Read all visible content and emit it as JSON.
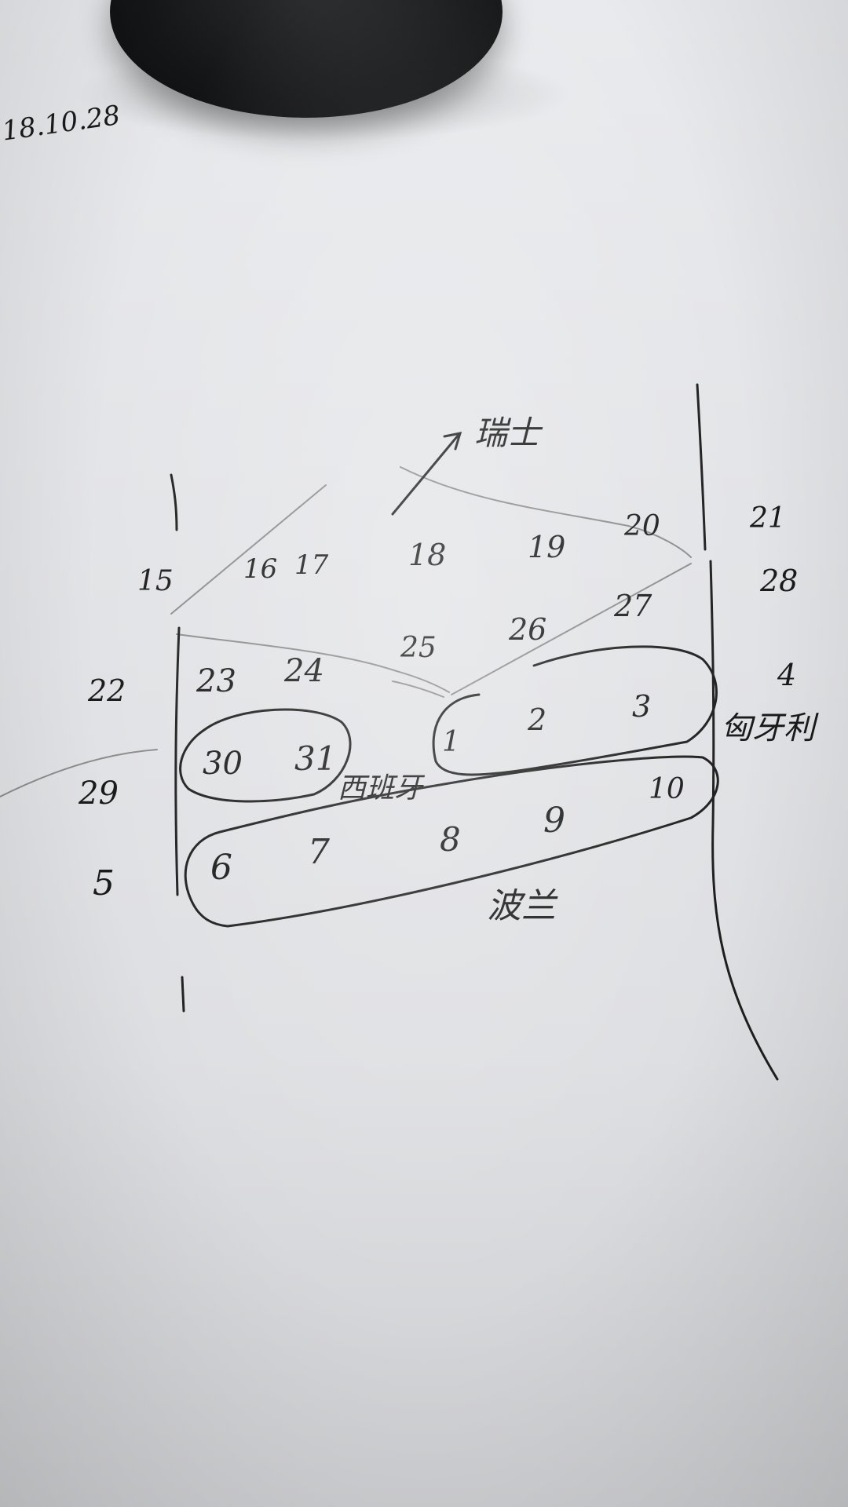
{
  "photo_description_free": true,
  "date_mark": "18.10.28",
  "annotations": {
    "top_label": "瑞士",
    "right_label": "匈牙利",
    "middle_label": "西班牙",
    "bottom_label": "波兰"
  },
  "numbers": {
    "n1": "1",
    "n2": "2",
    "n3": "3",
    "n4": "4",
    "n5": "5",
    "n6": "6",
    "n7": "7",
    "n8": "8",
    "n9": "9",
    "n10": "10",
    "n15": "15",
    "n16": "16",
    "n17": "17",
    "n18": "18",
    "n19": "19",
    "n20": "20",
    "n21": "21",
    "n22": "22",
    "n23": "23",
    "n24": "24",
    "n25": "25",
    "n26": "26",
    "n27": "27",
    "n28": "28",
    "n29": "29",
    "n30": "30",
    "n31": "31"
  },
  "colors": {
    "paper": "#e6e7ea",
    "ink": "#1a1a1a",
    "pencil": "#8a8a8a",
    "lens": "#141516"
  }
}
